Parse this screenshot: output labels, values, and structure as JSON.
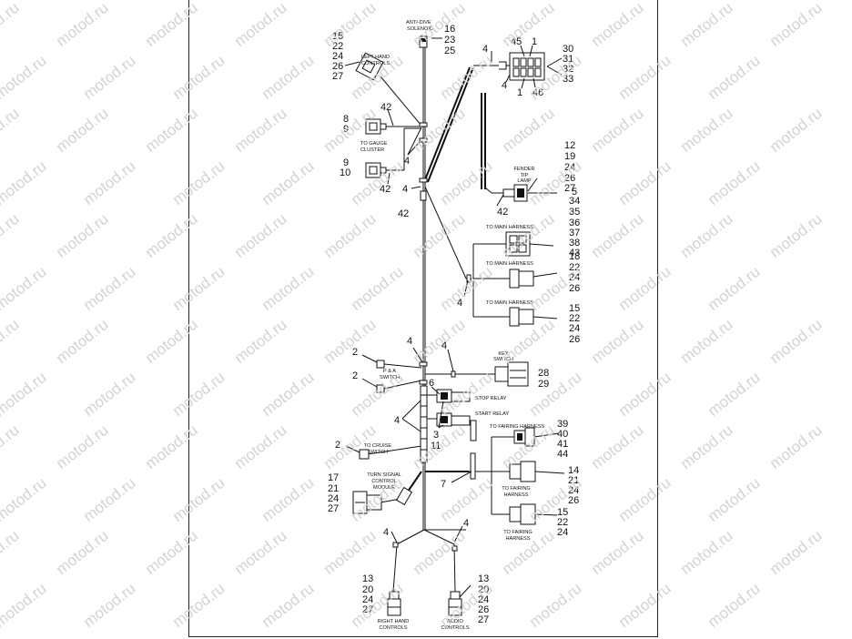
{
  "watermark": "motod.ru",
  "labels": {
    "anti_dive": [
      "ANTI-DIVE",
      "SOLENOID"
    ],
    "left_hand": [
      "LEFT HAND",
      "CONTROLS"
    ],
    "gauge": [
      "TO GAUGE",
      "CLUSTER"
    ],
    "fender": [
      "FENDER",
      "TIP",
      "LAMP"
    ],
    "main1": "TO MAIN HARNESS",
    "main2": "TO MAIN HARNESS",
    "main3": "TO MAIN HARNESS",
    "key": [
      "KEY",
      "SWITCH"
    ],
    "pa": [
      "P & A",
      "SWITCH"
    ],
    "stop_relay": "STOP RELAY",
    "start_relay": "START RELAY",
    "fairing1": "TO FAIRING HARNESS",
    "cruise": [
      "TO CRUISE",
      "SWITCH"
    ],
    "turn_signal": [
      "TURN SIGNAL",
      "CONTROL",
      "MODULE"
    ],
    "fairing2": [
      "TO FAIRING",
      "HARNESS"
    ],
    "fairing3": [
      "TO FAIRING",
      "HARNESS"
    ],
    "right_hand": [
      "RIGHT HAND",
      "CONTROLS"
    ],
    "audio": [
      "AUDIO",
      "CONTROLS"
    ]
  },
  "callouts": {
    "c_antidive": [
      "16",
      "23",
      "25"
    ],
    "c_left": [
      "15",
      "22",
      "24",
      "26",
      "27"
    ],
    "c_top4": "4",
    "c_45": "45",
    "c_1a": "1",
    "c_sw": [
      "30",
      "31",
      "32",
      "33"
    ],
    "c_4b": "4",
    "c_1b": "1",
    "c_46": "46",
    "c_42a": "42",
    "c_89": [
      "8",
      "9"
    ],
    "c_4c": "4",
    "c_910": [
      "9",
      "10"
    ],
    "c_42b": "42",
    "c_4d": "4",
    "c_42c": "42",
    "c_fender": [
      "12",
      "19",
      "24",
      "26",
      "27"
    ],
    "c_42d": "42",
    "c_5": [
      "5",
      "34",
      "35",
      "36",
      "37",
      "38",
      "43"
    ],
    "c_main2": [
      "18",
      "22",
      "24",
      "26"
    ],
    "c_4e": "4",
    "c_main3": [
      "15",
      "22",
      "24",
      "26"
    ],
    "c_4f": "4",
    "c_4g": "4",
    "c_2a": "2",
    "c_key": [
      "28",
      "29"
    ],
    "c_2b": "2",
    "c_6": "6",
    "c_4h": "4",
    "c_3": "3",
    "c_11": "11",
    "c_fair1": [
      "39",
      "40",
      "41",
      "44"
    ],
    "c_2c": "2",
    "c_tsm": [
      "17",
      "21",
      "24",
      "27"
    ],
    "c_7": "7",
    "c_fair2": [
      "14",
      "21",
      "24",
      "26"
    ],
    "c_fair3": [
      "15",
      "22",
      "24"
    ],
    "c_4i": "4",
    "c_4j": "4",
    "c_rh": [
      "13",
      "20",
      "24",
      "27"
    ],
    "c_audio": [
      "13",
      "20",
      "24",
      "26",
      "27"
    ]
  }
}
